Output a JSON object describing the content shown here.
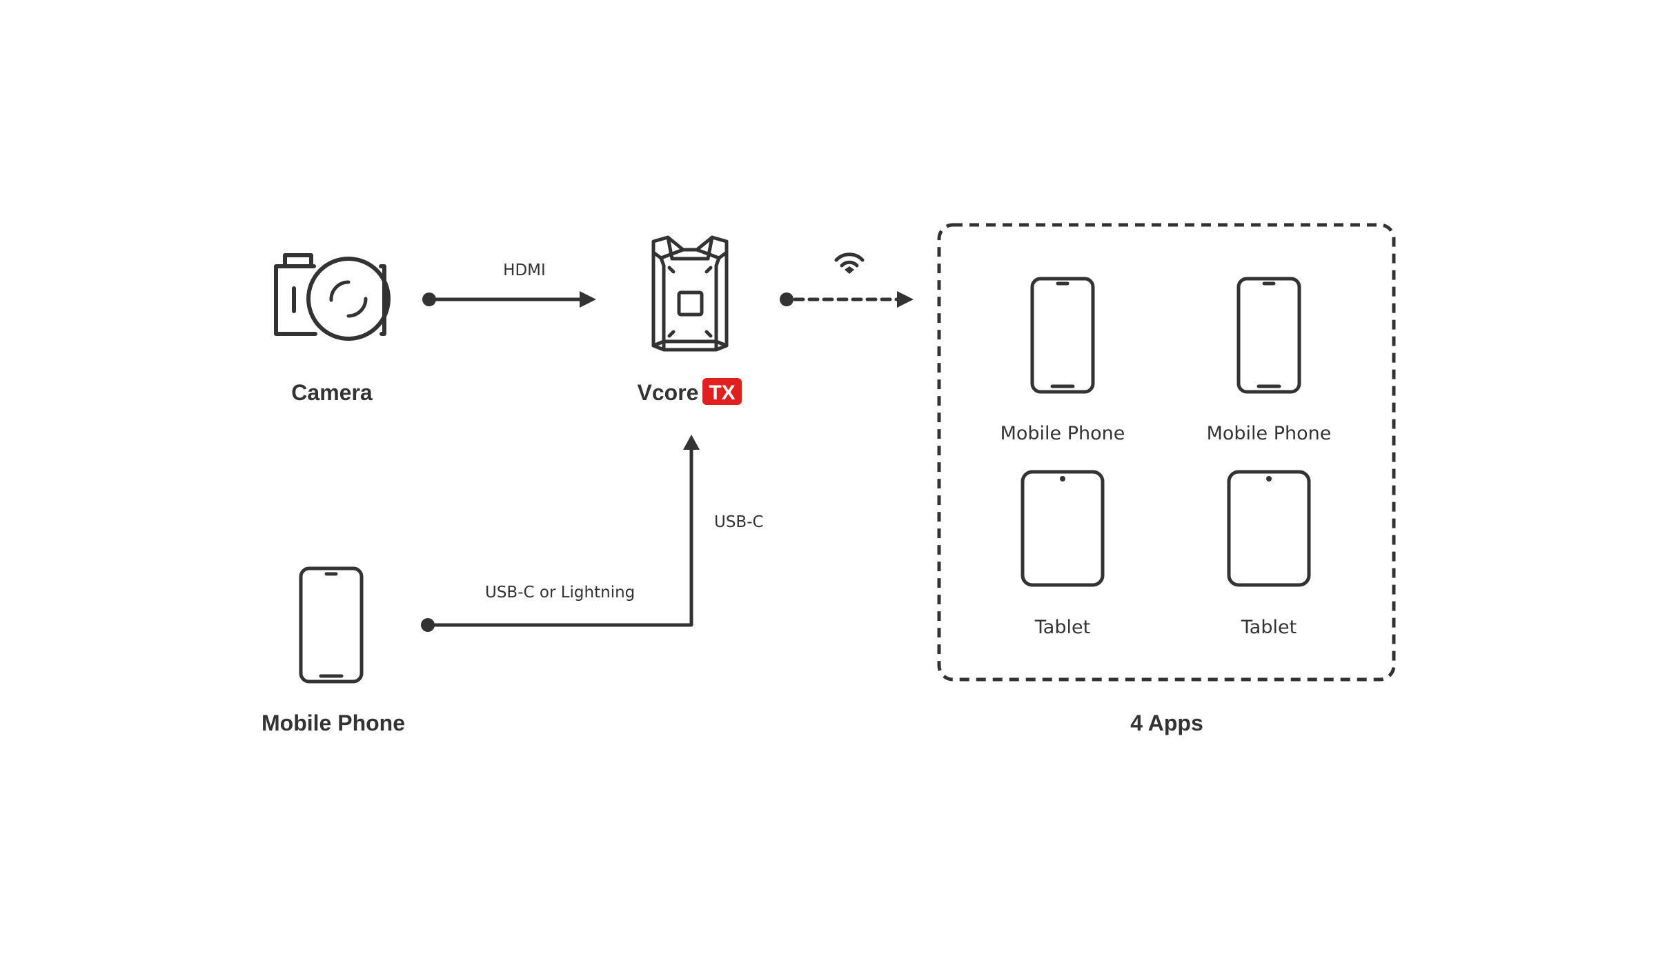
{
  "diagram": {
    "nodes": {
      "camera": {
        "label": "Camera",
        "icon": "camera-icon"
      },
      "vcore": {
        "label": "Vcore",
        "badge": "TX",
        "icon": "vcore-transmitter-icon"
      },
      "source_phone": {
        "label": "Mobile Phone",
        "icon": "mobile-phone-icon"
      },
      "apps_group": {
        "label": "4 Apps",
        "devices": [
          {
            "label": "Mobile Phone",
            "icon": "mobile-phone-icon"
          },
          {
            "label": "Mobile Phone",
            "icon": "mobile-phone-icon"
          },
          {
            "label": "Tablet",
            "icon": "tablet-icon"
          },
          {
            "label": "Tablet",
            "icon": "tablet-icon"
          }
        ]
      }
    },
    "connections": {
      "camera_to_vcore": {
        "label": "HDMI",
        "style": "solid"
      },
      "vcore_to_apps": {
        "label": "",
        "icon": "wifi-icon",
        "style": "dashed"
      },
      "phone_to_vcore_horizontal": {
        "label": "USB-C or Lightning",
        "style": "solid"
      },
      "phone_to_vcore_vertical": {
        "label": "USB-C",
        "style": "solid"
      }
    }
  },
  "colors": {
    "line": "#333333",
    "badge": "#e0201f",
    "background": "#ffffff"
  }
}
